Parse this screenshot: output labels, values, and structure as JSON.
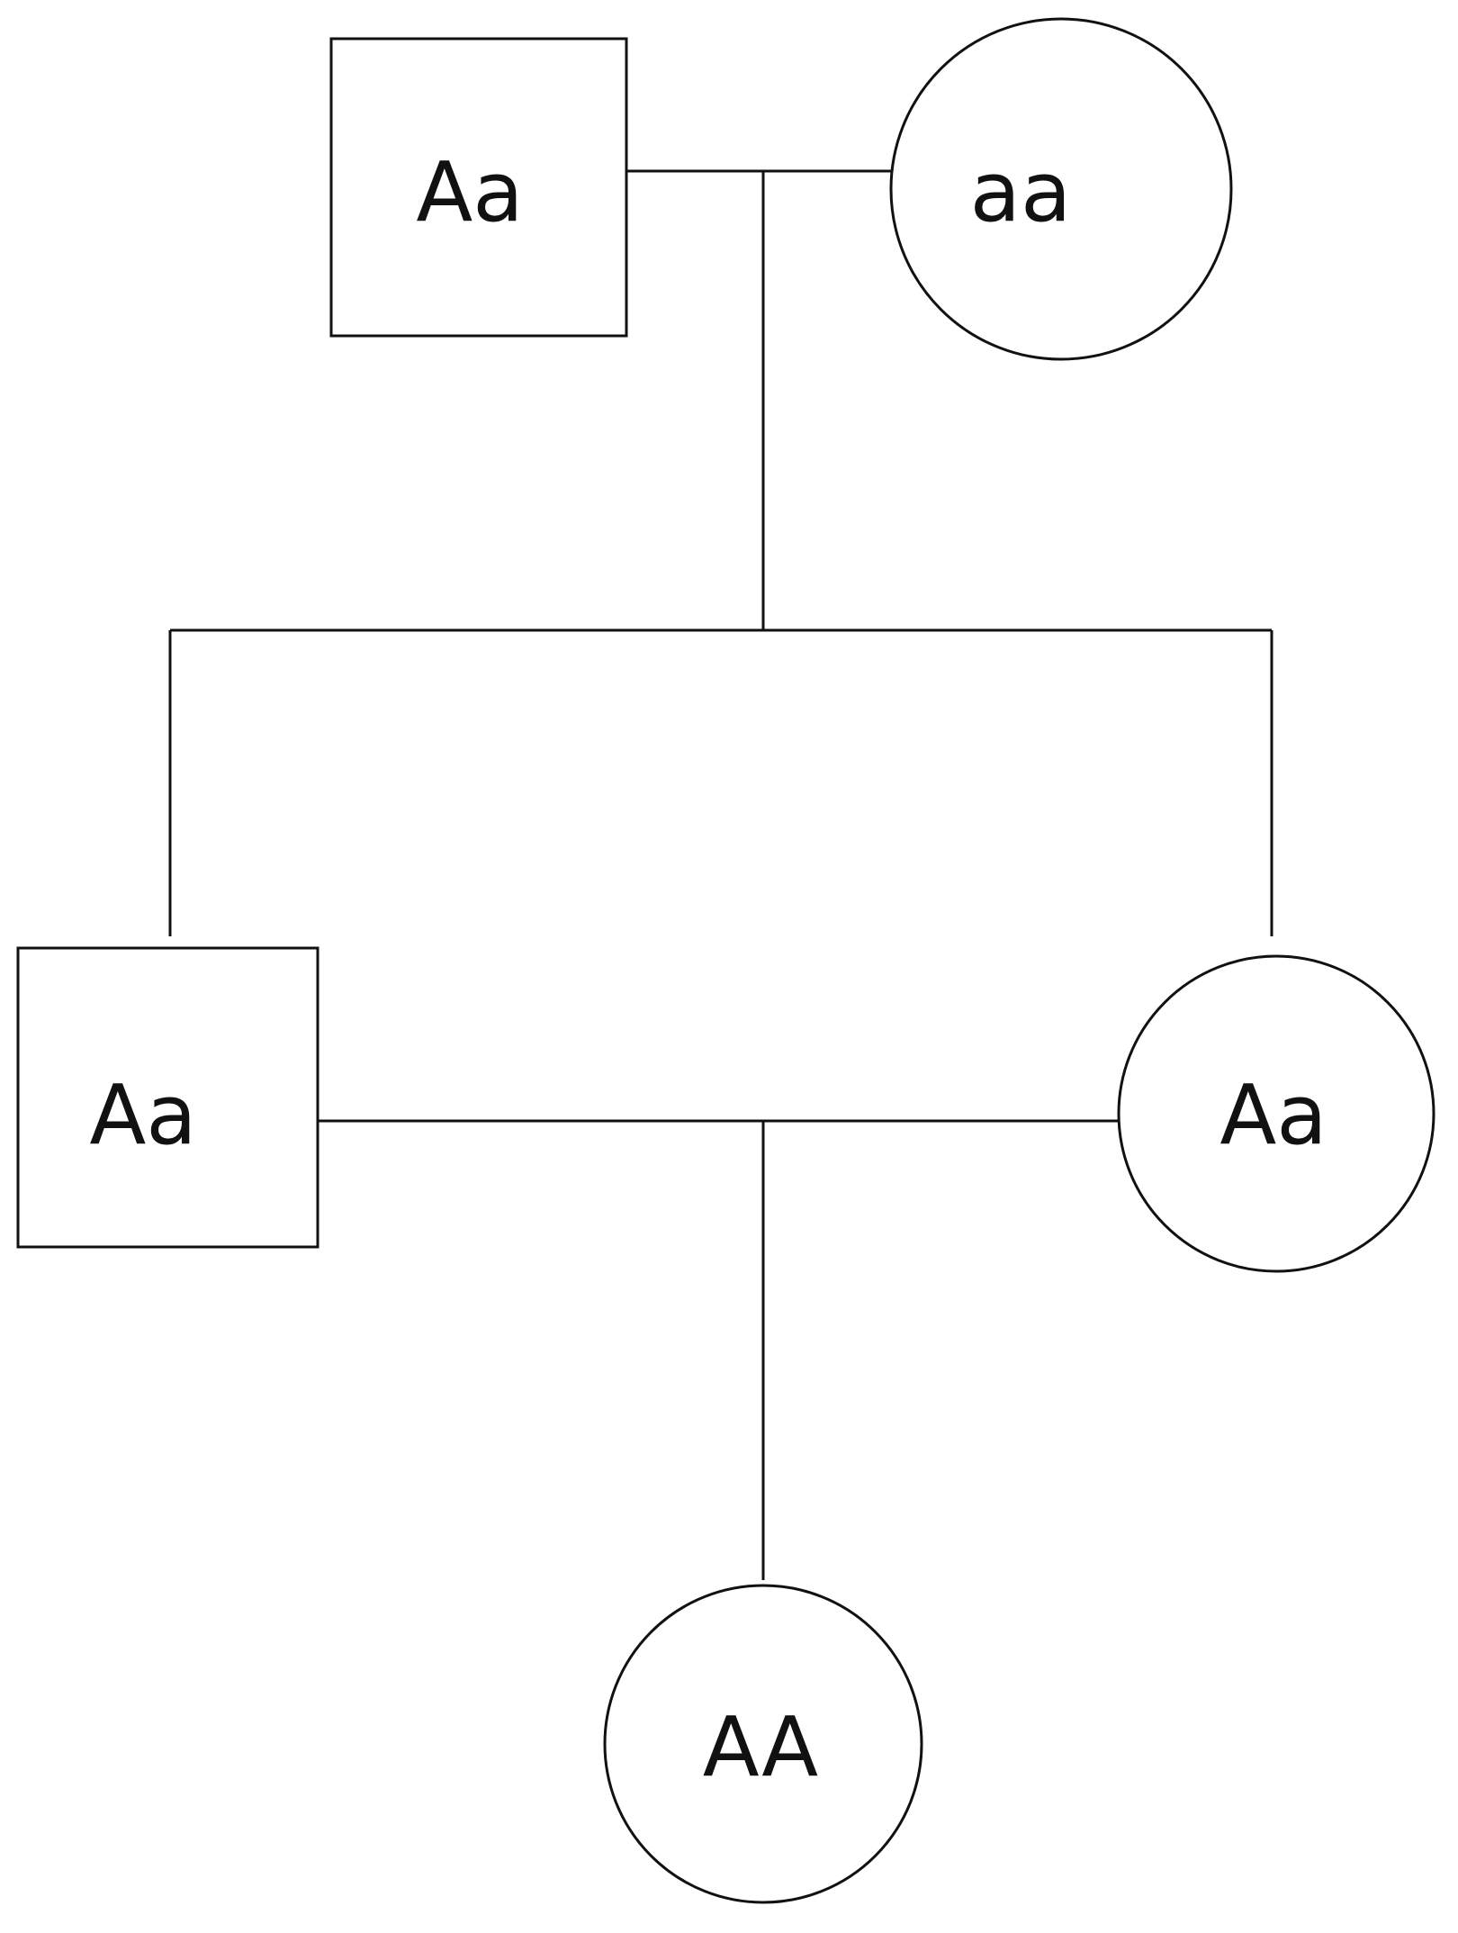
{
  "pedigree": {
    "generation1": {
      "father": {
        "sex": "male",
        "shape": "square",
        "genotype": "Aa"
      },
      "mother": {
        "sex": "female",
        "shape": "circle",
        "genotype": "aa"
      }
    },
    "generation2": {
      "son": {
        "sex": "male",
        "shape": "square",
        "genotype": "Aa"
      },
      "daughter": {
        "sex": "female",
        "shape": "circle",
        "genotype": "Aa"
      }
    },
    "generation3": {
      "granddaughter": {
        "sex": "female",
        "shape": "circle",
        "genotype": "AA"
      }
    }
  },
  "colors": {
    "line": "#111111",
    "background": "#ffffff"
  }
}
